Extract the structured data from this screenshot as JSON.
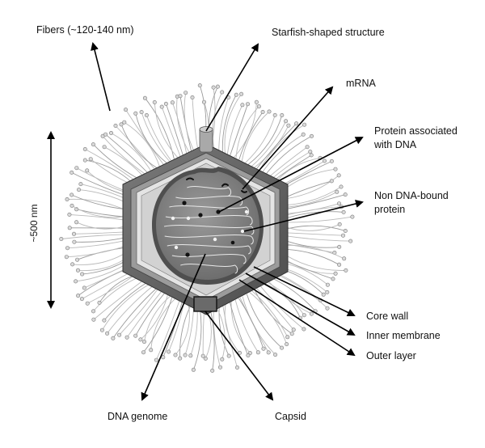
{
  "labels": {
    "fibers": "Fibers (~120-140 nm)",
    "starfish": "Starfish-shaped structure",
    "mrna": "mRNA",
    "protein_dna_line1": "Protein associated",
    "protein_dna_line2": "with DNA",
    "non_dna_line1": "Non DNA-bound",
    "non_dna_line2": "protein",
    "core_wall": "Core wall",
    "inner_membrane": "Inner membrane",
    "outer_layer": "Outer layer",
    "capsid": "Capsid",
    "dna_genome": "DNA genome",
    "scale": "~500 nm"
  },
  "colors": {
    "capsid_outer": "#5e5e5e",
    "capsid_mid": "#8c8c8c",
    "membrane_light": "#e6e6e6",
    "core_fill": "#7d7d7d",
    "core_wall": "#555555",
    "fiber": "#b9b9b9"
  }
}
